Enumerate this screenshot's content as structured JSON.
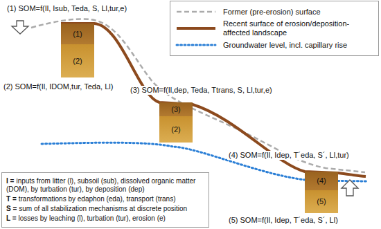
{
  "diagram": {
    "nodes": [
      {
        "text": [
          "(1)"
        ]
      },
      {
        "text": [
          "(2)"
        ]
      },
      {
        "text": [
          "(3)"
        ]
      },
      {
        "text": [
          "(2)"
        ]
      },
      {
        "text": [
          "(4)"
        ]
      },
      {
        "text": [
          "(5)"
        ]
      }
    ],
    "labels": [
      "(1) SOM=f(Il, Isub, Teda, S, Ll,tur,e)",
      "(2) SOM=f(Il, IDOM,tur, Teda, Ll)",
      "(3) SOM=f(Il,dep, Teda, Ttrans, S, Ll,tur,e)",
      "(4) SOM=f(Il, Idep, T´eda, S´, Ll,tur)",
      "(5) SOM=f(Il, Idep, T´eda, S´, Ll)",
      "I =",
      "inputs from litter (l), subsoil (sub), dissolved organic matter (DOM), by turbation (tur), by deposition (dep)",
      "T =",
      "transformations by edaphon (eda), transport (trans)",
      "S =",
      "sum of all stabilization mechanisms at discrete position",
      "L =",
      "losses by leaching (l), turbation (tur), erosion (e)"
    ],
    "legend": [
      {
        "text": "Former (pre-erosion) surface"
      },
      {
        "text": "Recent surface of erosion/deposition-affected landscape"
      },
      {
        "text": "Groundwater level, incl. capillary rise"
      }
    ]
  }
}
